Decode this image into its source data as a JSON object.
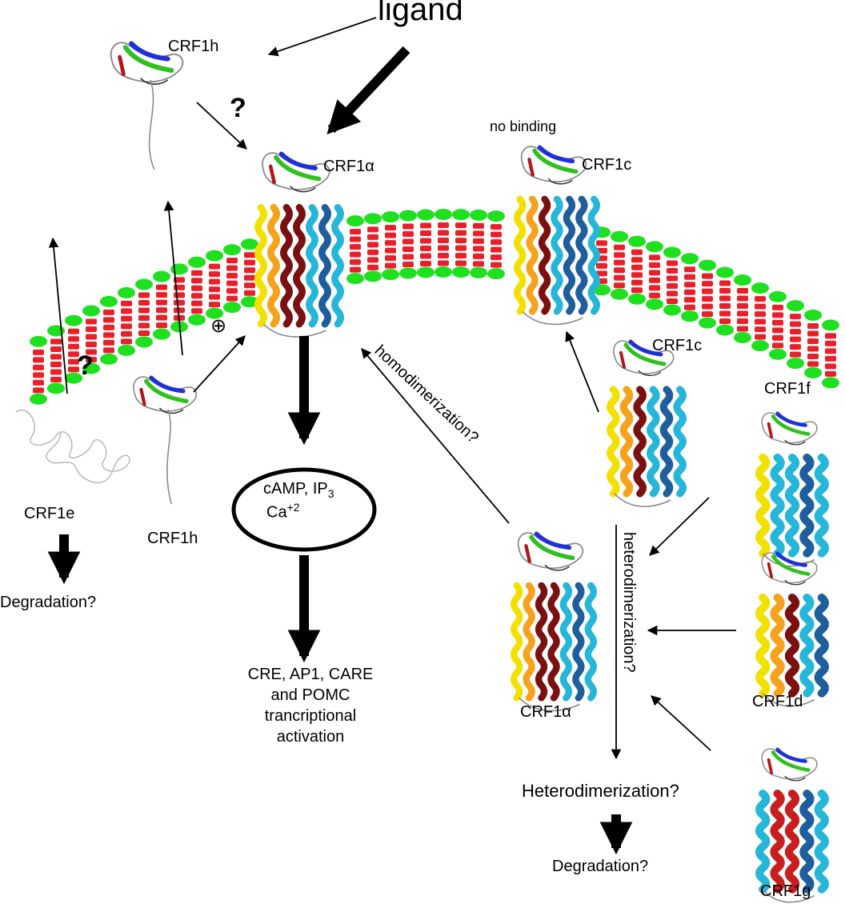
{
  "labels": {
    "ligand": "ligand",
    "crf1h_top": "CRF1h",
    "crf1a_top_name": "CRF1",
    "alpha": "α",
    "no_binding": "no binding",
    "crf1c_membrane": "CRF1c",
    "crf1c_right": "CRF1c",
    "crf1f": "CRF1f",
    "crf1d": "CRF1d",
    "crf1g": "CRF1g",
    "crf1e": "CRF1e",
    "crf1h_bottom": "CRF1h",
    "crf1a_bottom_name": "CRF1",
    "degradation_left": "Degradation?",
    "degradation_right": "Degradation?",
    "heterodimerization_q": "Heterodimerization?",
    "homodimerization_q": "homodimerization?",
    "heterodimerization_vert": "heterodimerization?",
    "question_mark": "?",
    "plus": "⊕",
    "second_messengers_camp": "cAMP, IP",
    "ip_sub": "3",
    "ca": "Ca",
    "ca_sup": "+2",
    "transcription_line1": "CRE, AP1, CARE",
    "transcription_line2": "and POMC",
    "transcription_line3": "trancriptional",
    "transcription_line4": "activation"
  },
  "colors": {
    "lipid_head": "#1ee01e",
    "lipid_tail": "#e8202a",
    "arrow": "#000000",
    "helix_yellow": "#f2e100",
    "helix_orange": "#f6a21d",
    "helix_darkred": "#7a1010",
    "helix_cyan": "#25b6d9",
    "helix_blue": "#1f5e9c",
    "sheet_blue": "#2030d8",
    "sheet_green": "#30c020",
    "loop_gray": "#8a8a8a"
  }
}
